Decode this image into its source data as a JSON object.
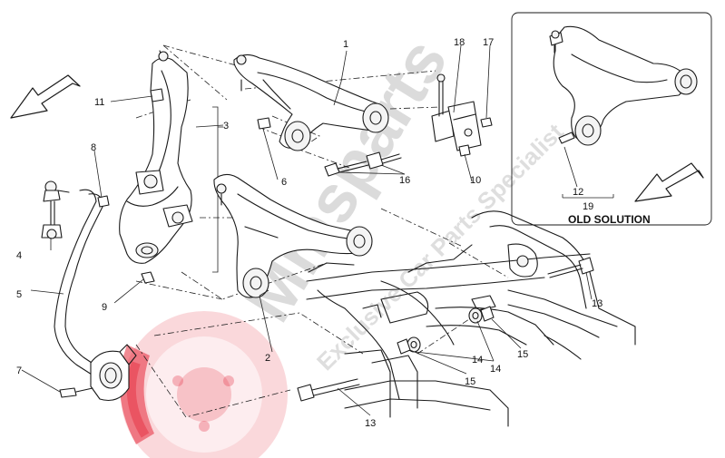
{
  "diagram": {
    "callouts": {
      "c1": "1",
      "c2": "2",
      "c3": "3",
      "c4": "4",
      "c5": "5",
      "c6": "6",
      "c7": "7",
      "c8": "8",
      "c9": "9",
      "c10": "10",
      "c11": "11",
      "c12": "12",
      "c13a": "13",
      "c13b": "13",
      "c14a": "14",
      "c14b": "14",
      "c15a": "15",
      "c15b": "15",
      "c16": "16",
      "c17": "17",
      "c18": "18",
      "c19": "19"
    },
    "old_solution_label": "OLD SOLUTION"
  },
  "watermark": {
    "brand": "Mmsparts",
    "tagline": "Exclusive Car Parts Specialist",
    "colors": {
      "disc": "#e5293a",
      "text": "#c8c8c8"
    }
  },
  "colors": {
    "line": "#1a1a1a",
    "background": "#ffffff"
  }
}
